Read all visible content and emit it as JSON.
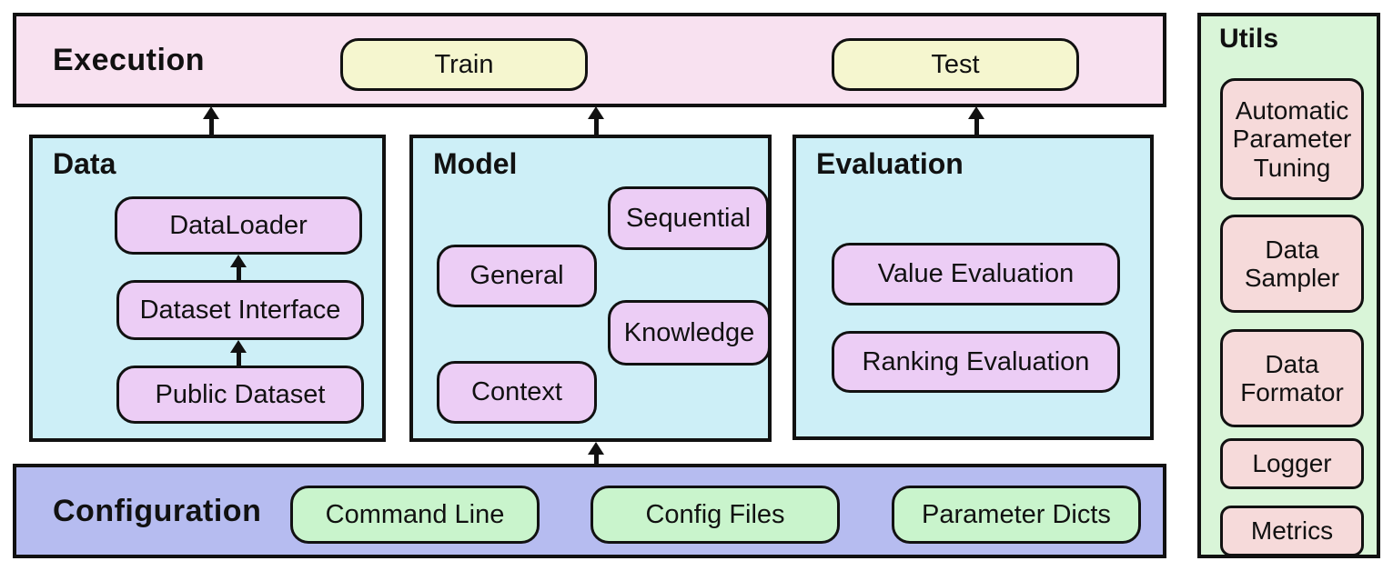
{
  "execution": {
    "title": "Execution",
    "train_label": "Train",
    "test_label": "Test"
  },
  "data_module": {
    "title": "Data",
    "dataloader": "DataLoader",
    "dataset_interface": "Dataset Interface",
    "public_dataset": "Public Dataset"
  },
  "model": {
    "title": "Model",
    "sequential": "Sequential",
    "general": "General",
    "knowledge": "Knowledge",
    "context": "Context"
  },
  "evaluation": {
    "title": "Evaluation",
    "value_evaluation": "Value Evaluation",
    "ranking_evaluation": "Ranking Evaluation"
  },
  "configuration": {
    "title": "Configuration",
    "command_line": "Command Line",
    "config_files": "Config Files",
    "parameter_dicts": "Parameter Dicts"
  },
  "utils": {
    "title": "Utils",
    "items": [
      "Automatic Parameter Tuning",
      "Data Sampler",
      "Data Formator",
      "Logger",
      "Metrics"
    ]
  },
  "colors": {
    "panel_border": "#111111",
    "execution_fill": "#f8e1f0",
    "run_button_fill": "#f5f6cf",
    "module_fill": "#cdeff7",
    "component_fill": "#eccdf5",
    "configuration_fill": "#b6bcf0",
    "config_item_fill": "#c9f4cc",
    "utils_fill": "#d9f5d8",
    "utils_item_fill": "#f6dada"
  }
}
